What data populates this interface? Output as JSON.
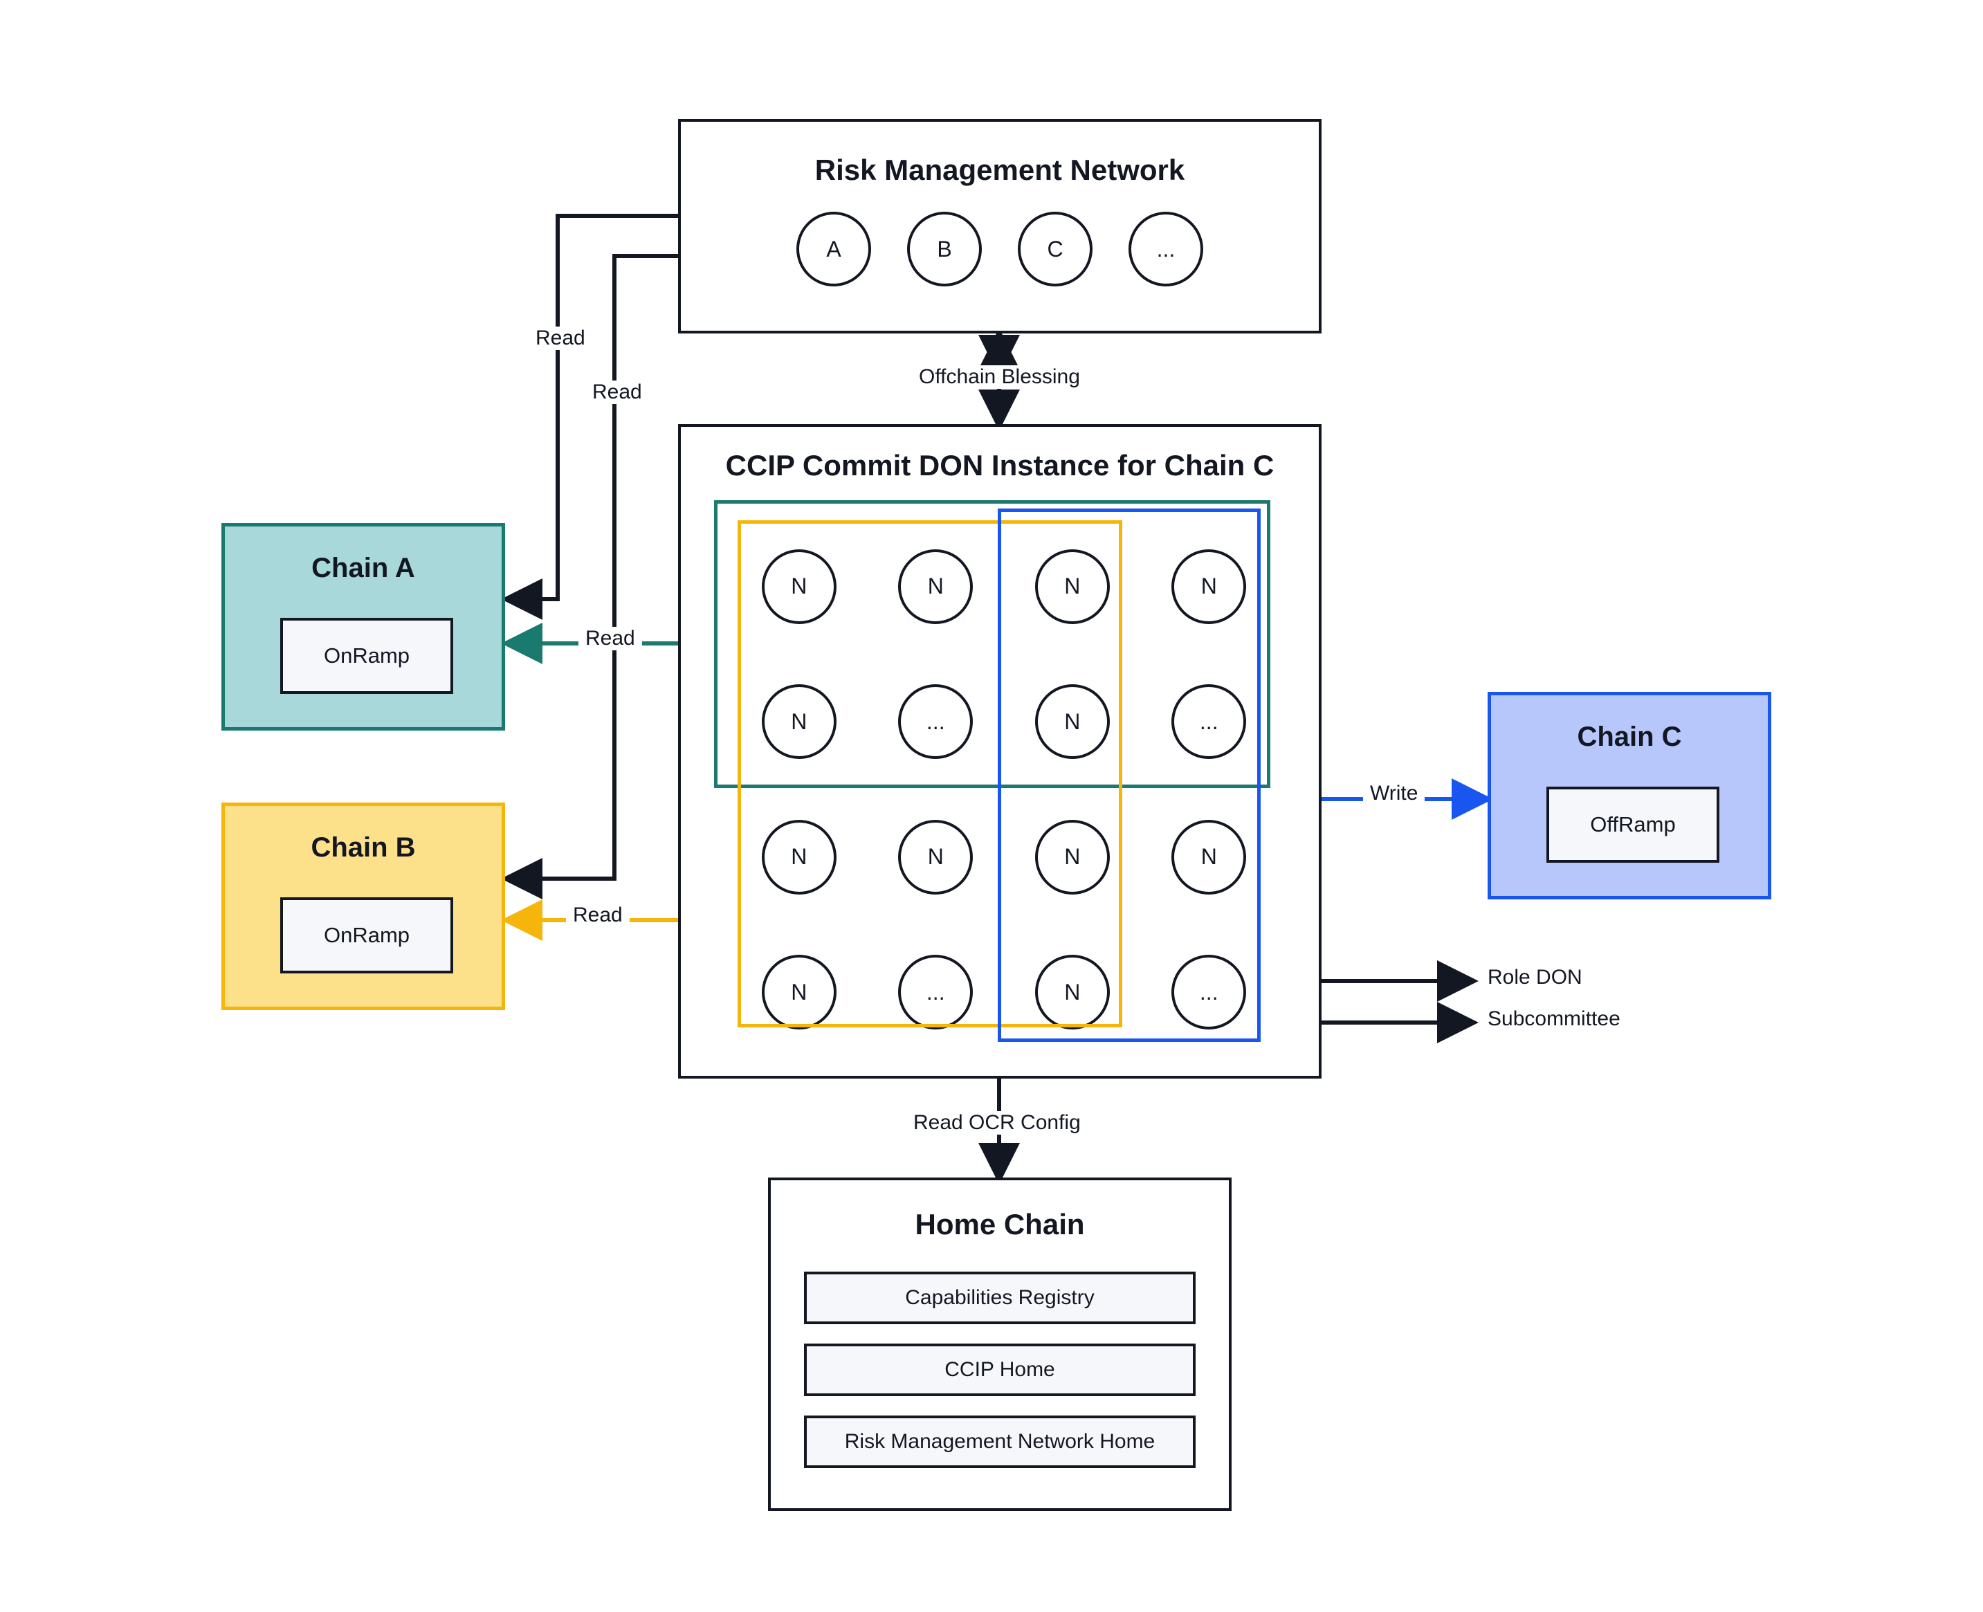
{
  "diagram": {
    "title": "CCIP Commit DON architecture",
    "colors": {
      "black": "#131722",
      "green": "#1a7a70",
      "green_fill": "#a8d8da",
      "yellow": "#f5b50a",
      "yellow_fill": "#fde08a",
      "blue": "#1956f0",
      "blue_fill": "#b8c7fb",
      "panel_fill": "#f6f7fb"
    }
  },
  "risk_management_network": {
    "title": "Risk Management Network",
    "nodes": [
      "A",
      "B",
      "C",
      "..."
    ]
  },
  "commit_don": {
    "title": "CCIP Commit DON Instance for Chain C",
    "grid_rows": [
      [
        "N",
        "N",
        "N",
        "N"
      ],
      [
        "N",
        "...",
        "N",
        "..."
      ],
      [
        "N",
        "N",
        "N",
        "N"
      ],
      [
        "N",
        "...",
        "N",
        "..."
      ]
    ],
    "overlays": [
      {
        "name": "green-group",
        "color": "#1a7a70"
      },
      {
        "name": "yellow-group",
        "color": "#f5b50a"
      },
      {
        "name": "blue-group",
        "color": "#1956f0"
      }
    ]
  },
  "chain_a": {
    "title": "Chain A",
    "ramp": "OnRamp"
  },
  "chain_b": {
    "title": "Chain B",
    "ramp": "OnRamp"
  },
  "chain_c": {
    "title": "Chain C",
    "ramp": "OffRamp"
  },
  "home_chain": {
    "title": "Home Chain",
    "items": [
      "Capabilities Registry",
      "CCIP Home",
      "Risk Management Network Home"
    ]
  },
  "edges": {
    "offchain_blessing": "Offchain Blessing",
    "read_rmn_a": "Read",
    "read_rmn_b": "Read",
    "read_green": "Read",
    "read_yellow": "Read",
    "write_blue": "Write",
    "read_ocr_config": "Read OCR Config",
    "role_don": "Role DON",
    "subcommittee": "Subcommittee"
  }
}
